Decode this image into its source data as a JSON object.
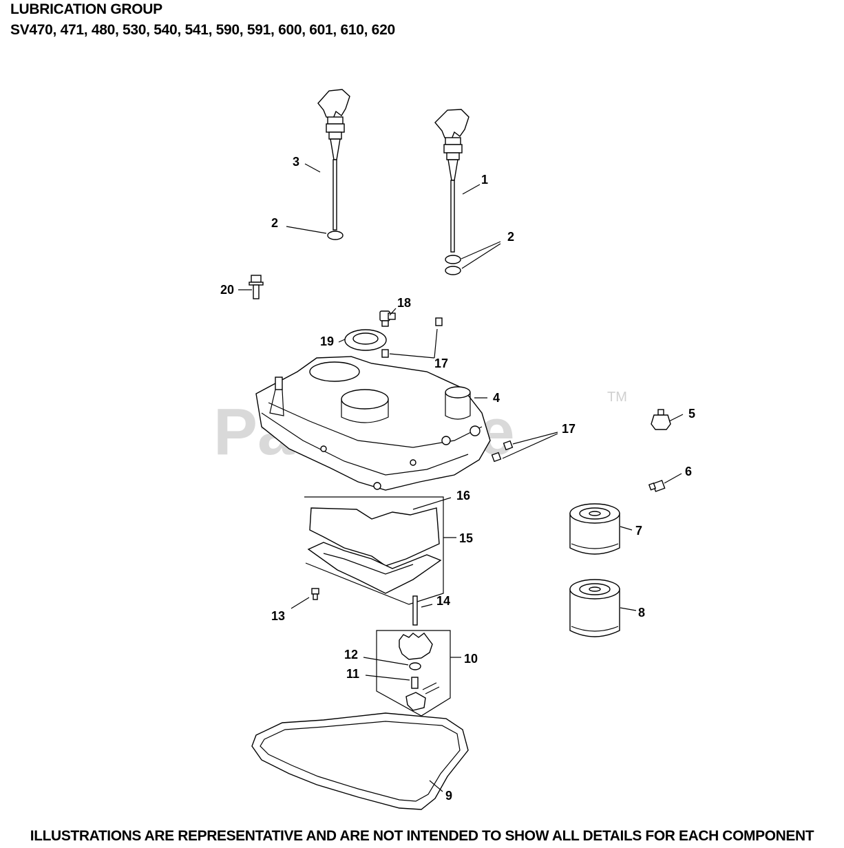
{
  "header": {
    "title": "LUBRICATION GROUP",
    "models": "SV470, 471, 480, 530, 540, 541, 590, 591, 600, 601, 610, 620"
  },
  "watermark": {
    "text": "PartsTree",
    "trademark": "TM"
  },
  "footer": {
    "disclaimer": "ILLUSTRATIONS ARE REPRESENTATIVE AND ARE NOT INTENDED TO SHOW ALL DETAILS FOR EACH COMPONENT"
  },
  "callouts": {
    "c1": "1",
    "c2a": "2",
    "c2b": "2",
    "c3": "3",
    "c4": "4",
    "c5": "5",
    "c6": "6",
    "c7": "7",
    "c8": "8",
    "c9": "9",
    "c10": "10",
    "c11": "11",
    "c12": "12",
    "c13": "13",
    "c14": "14",
    "c15": "15",
    "c16": "16",
    "c17a": "17",
    "c17b": "17",
    "c18": "18",
    "c19": "19",
    "c20": "20"
  },
  "colors": {
    "watermark": "#d9d9d9",
    "ink": "#000000",
    "background": "#ffffff"
  }
}
